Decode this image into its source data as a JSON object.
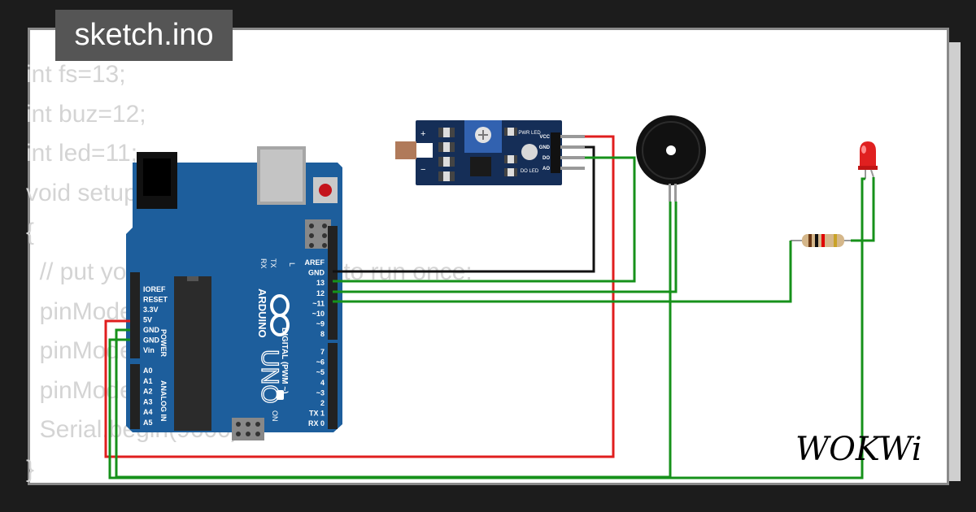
{
  "tab": {
    "filename": "sketch.ino"
  },
  "code_lines": [
    "int fs=13;",
    "int buz=12;",
    "int led=11;",
    "void setup()",
    "{",
    "  // put your setup code here, to run once:",
    "  pinMode(fs,INPUT);",
    "  pinMode(buz,OUTPUT);",
    "  pinMode(led,OUTPUT);",
    "  Serial.begin(9600);",
    "}"
  ],
  "arduino": {
    "brand": "ARDUINO",
    "model": "UNO",
    "label_digital": "DIGITAL (PWM ~)",
    "label_power": "POWER",
    "label_analog": "ANALOG IN",
    "label_on": "ON",
    "label_tx": "TX",
    "label_rx": "RX",
    "label_l": "L",
    "power_pins": [
      "IOREF",
      "RESET",
      "3.3V",
      "5V",
      "GND",
      "GND",
      "Vin"
    ],
    "analog_pins": [
      "A0",
      "A1",
      "A2",
      "A3",
      "A4",
      "A5"
    ],
    "digital_pins_upper": [
      "AREF",
      "GND",
      "13",
      "12",
      "~11",
      "~10",
      "~9",
      "8"
    ],
    "digital_pins_lower": [
      "7",
      "~6",
      "~5",
      "4",
      "~3",
      "2",
      "TX 1",
      "RX 0"
    ]
  },
  "sensor_module": {
    "pin_labels": [
      "VCC",
      "GND",
      "DO",
      "AO"
    ],
    "led_labels": [
      "PWR LED",
      "DO LED"
    ],
    "ldr_labels": [
      "+",
      "−"
    ]
  },
  "wokwi_logo": "WOKWi",
  "colors": {
    "board": "#1d5e9c",
    "wire_red": "#e01e1e",
    "wire_black": "#111111",
    "wire_green": "#16911a",
    "code_text": "#d4d4d4",
    "tab_bg": "#555555"
  }
}
